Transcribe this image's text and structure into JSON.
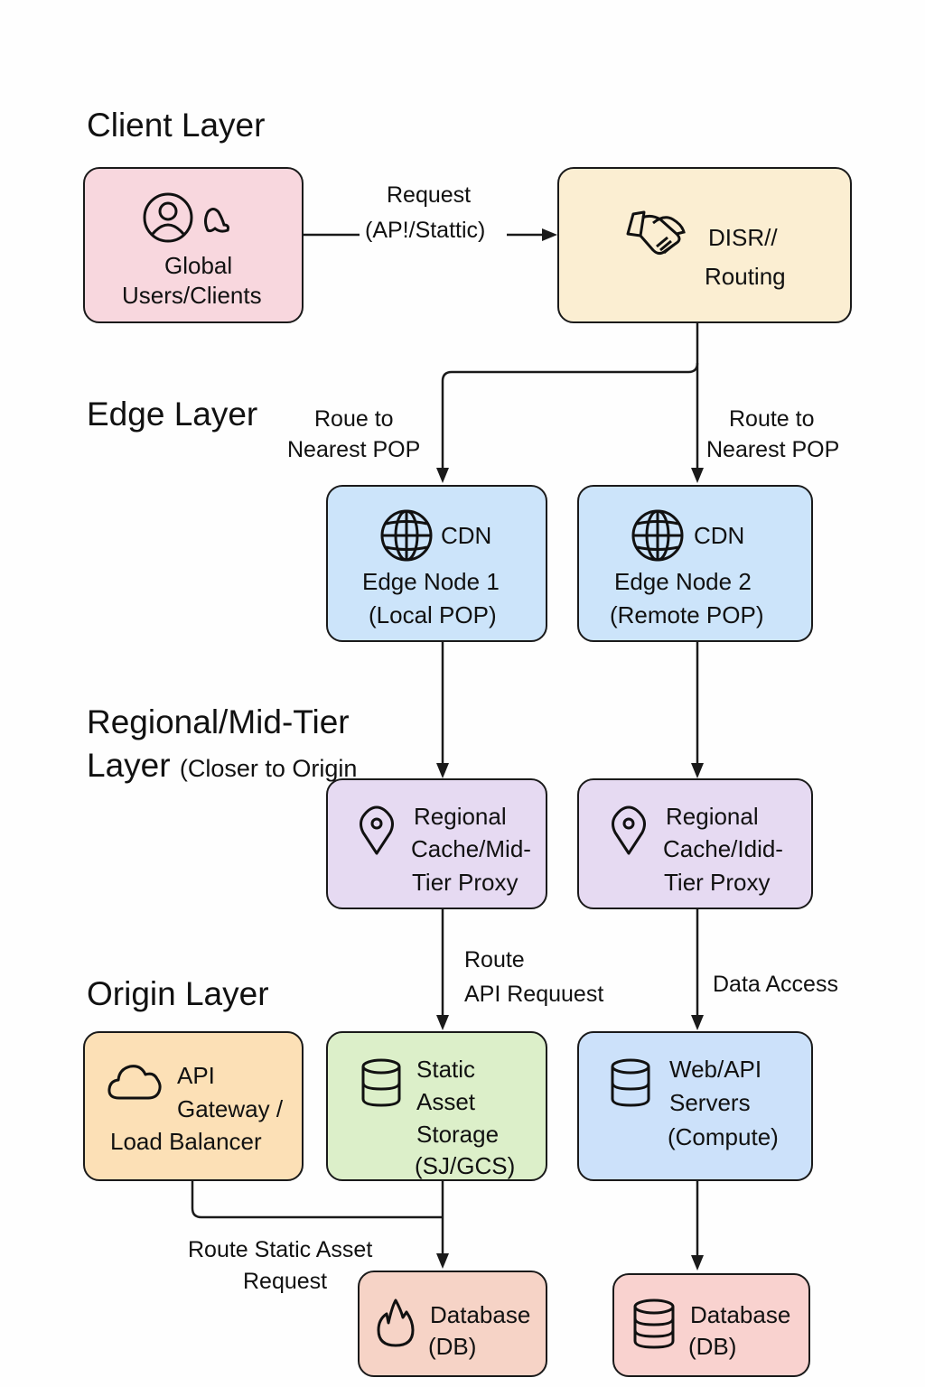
{
  "layers": {
    "client": "Client Layer",
    "edge": "Edge Layer",
    "regional_line1": "Regional/Mid-Tier",
    "regional_line2": "Layer",
    "regional_sub": "(Closer to Origin",
    "origin": "Origin Layer"
  },
  "nodes": {
    "clients": {
      "lines": [
        "Global",
        "Users/Clients"
      ],
      "icons": [
        "user-circle-icon",
        "chat-bubble-icon"
      ],
      "color": "#f8d7de"
    },
    "dns": {
      "lines": [
        "DISR//",
        "Routing"
      ],
      "icon": "handshake-icon",
      "color": "#fbeed2"
    },
    "edge1": {
      "lines": [
        "CDN",
        "Edge Node 1",
        "(Local POP)"
      ],
      "icon": "globe-icon",
      "color": "#cce4fa"
    },
    "edge2": {
      "lines": [
        "CDN",
        "Edge Node 2",
        "(Remote POP)"
      ],
      "icon": "globe-icon",
      "color": "#cce4fa"
    },
    "regional1": {
      "lines": [
        "Regional",
        "Cache/Mid-",
        "Tier Proxy"
      ],
      "icon": "map-pin-icon",
      "color": "#e6daf2"
    },
    "regional2": {
      "lines": [
        "Regional",
        "Cache/Idid-",
        "Tier Proxy"
      ],
      "icon": "map-pin-icon",
      "color": "#e6daf2"
    },
    "api_gateway": {
      "lines": [
        "API",
        "Gateway /",
        "Load Balancer"
      ],
      "icon": "cloud-icon",
      "color": "#fce0b6"
    },
    "static_storage": {
      "lines": [
        "Static",
        "Asset",
        "Storage",
        "(SJ/GCS)"
      ],
      "icon": "database-icon",
      "color": "#dcefc9"
    },
    "web_servers": {
      "lines": [
        "Web/API",
        "Servers",
        "(Compute)"
      ],
      "icon": "database-icon",
      "color": "#cce1fa"
    },
    "db1": {
      "lines": [
        "Database",
        "(DB)"
      ],
      "icon": "flame-icon",
      "color": "#f6d3c6"
    },
    "db2": {
      "lines": [
        "Database",
        "(DB)"
      ],
      "icon": "database-icon",
      "color": "#f9d2cf"
    }
  },
  "edges": {
    "request": [
      "Request",
      "(AP!/Stattic)"
    ],
    "route_left": [
      "Roue to",
      "Nearest POP"
    ],
    "route_right": [
      "Route to",
      "Nearest POP"
    ],
    "route_api": [
      "Route",
      "API Requuest"
    ],
    "data_access": "Data Access",
    "route_static": [
      "Route Static Asset",
      "Request"
    ]
  }
}
